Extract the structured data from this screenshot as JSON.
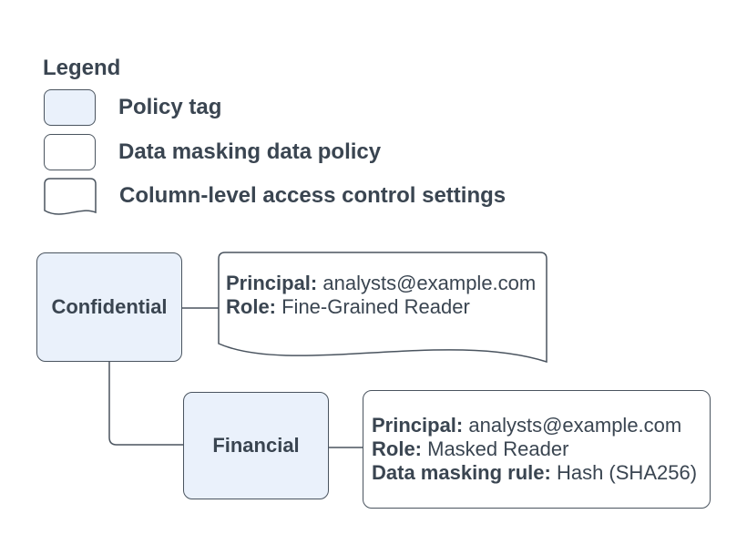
{
  "colors": {
    "policy_tag_fill": "#EAF1FB",
    "shape_fill": "#FFFFFF",
    "stroke": "#4A545F",
    "text": "#3A4551"
  },
  "legend": {
    "title": "Legend",
    "items": [
      {
        "shape": "policy-tag",
        "label": "Policy tag"
      },
      {
        "shape": "data-masking-data-policy",
        "label": "Data masking data policy"
      },
      {
        "shape": "column-level-access-control",
        "label": "Column-level access control settings"
      }
    ]
  },
  "nodes": {
    "confidential": {
      "label": "Confidential"
    },
    "financial": {
      "label": "Financial"
    }
  },
  "cards": {
    "confidential_access_control": {
      "lines": [
        {
          "key": "Principal:",
          "value": " analysts@example.com"
        },
        {
          "key": "Role:",
          "value": " Fine-Grained Reader"
        }
      ]
    },
    "financial_data_policy": {
      "lines": [
        {
          "key": "Principal:",
          "value": " analysts@example.com"
        },
        {
          "key": "Role:",
          "value": " Masked Reader"
        },
        {
          "key": "Data masking rule:",
          "value": " Hash (SHA256)"
        }
      ]
    }
  }
}
